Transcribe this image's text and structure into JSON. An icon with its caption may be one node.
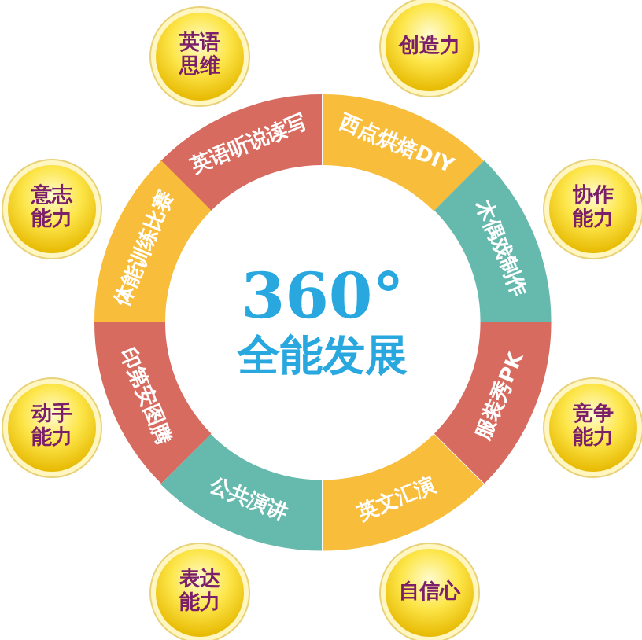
{
  "diagram": {
    "nodes": [
      {
        "text": [
          "360°",
          "全能发展"
        ]
      },
      {
        "text": [
          "英语听说读写"
        ]
      },
      {
        "text": [
          "西点烘焙DIY"
        ]
      },
      {
        "text": [
          "木偶戏制作"
        ]
      },
      {
        "text": [
          "服装秀PK"
        ]
      },
      {
        "text": [
          "英文汇演"
        ]
      },
      {
        "text": [
          "公共演讲"
        ]
      },
      {
        "text": [
          "印第安图腾"
        ]
      },
      {
        "text": [
          "体能训练比赛"
        ]
      },
      {
        "text": [
          "英语思维"
        ]
      },
      {
        "text": [
          "创造力"
        ]
      },
      {
        "text": [
          "协作能力"
        ]
      },
      {
        "text": [
          "竞争能力"
        ]
      },
      {
        "text": [
          "自信心"
        ]
      },
      {
        "text": [
          "表达能力"
        ]
      },
      {
        "text": [
          "动手能力"
        ]
      },
      {
        "text": [
          "意志能力"
        ]
      }
    ]
  }
}
